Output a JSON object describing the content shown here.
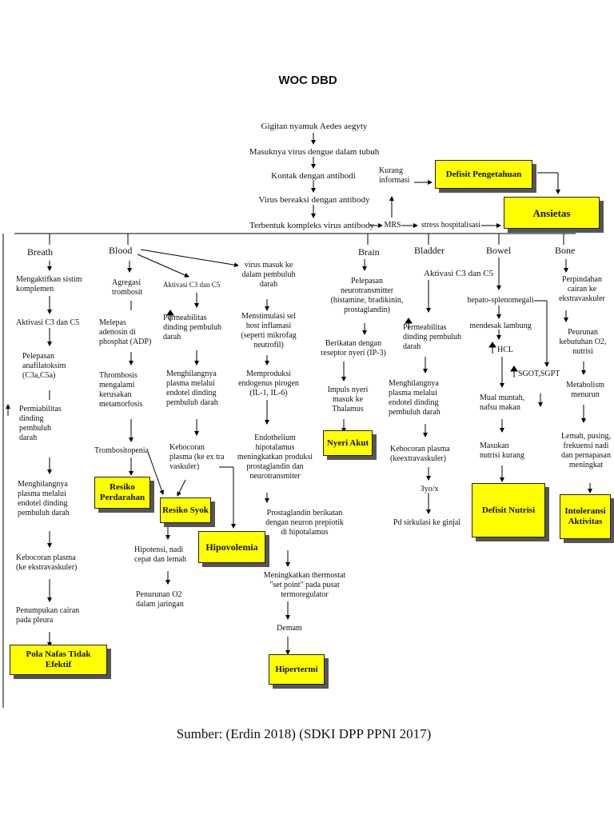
{
  "title": "WOC DBD",
  "source": "Sumber: (Erdin 2018) (SDKI DPP PPNI 2017)",
  "chain": {
    "c1": "Gigitan nyamuk Aedes aegyty",
    "c2": "Masuknya virus dengue dalam tubuh",
    "c3": "Kontak dengan antibodi",
    "c4": "Virus bereaksi dengan antibody",
    "c5": "Terbentuk kompleks virus antibody",
    "mrs": "MRS",
    "stress": "stress hospitalisasi",
    "kurang": "Kurang\ninformasi"
  },
  "columns": {
    "breath": "Breath",
    "blood": "Blood",
    "brain": "Brain",
    "bladder": "Bladder",
    "bowel": "Bowel",
    "bone": "Bone"
  },
  "breath": {
    "b1": "Mengaktifkan      sistim\nkomplemen",
    "b2": "Aktivasi C3 dan C5",
    "b3": "Pelepasan\nanafilatoksim\n(C3a,C5a)",
    "b4": "Permiabilitas\ndinding\npembuluh\ndarah",
    "b5": "Menghilangnya\nplasma      melalui\nendotel      dinding\npembuluh darah",
    "b6": "Kebocoran  plasma\n(ke ekstravaskuler)",
    "b7": "Penumpukan  cairan\npada pleura"
  },
  "blood1": {
    "a1": "Agregasi\ntrombosit",
    "a2": "Melepas\nadenosin          di\nphosphat (ADP)",
    "a3": "Thrombosis\nmengalami\nkerusakan\nmetamorfosis",
    "a4": "Trombositopenia"
  },
  "blood2": {
    "d1": "Aktivasi C3 dan C5",
    "d2": "Permeabilitas\ndinding pembuluh\ndarah",
    "d3": "Menghilangnya\nplasma      melalui\nendotel  dinding\npembuluh darah",
    "d4": "Kebocoran\nplasma (ke ex tra\nvaskuler)",
    "d5": "Hipotensi, nadi\ncepat dan lemah",
    "d6": "Penurunan O2\ndalam jaringan"
  },
  "blood3": {
    "v1": "virus masuk ke\ndalam pembuluh\ndarah",
    "v2": "Menstimulasi sel\nhost inflamasi\n(seperti mikrofag\nneutrofil)",
    "v3": "Memproduksi\nendogenus pirogen\n(IL-1, IL-6)",
    "v4": "Endothelium\nhipotalamus\nmeningkatkan produksi\nprostaglandin dan\nneurotransmiter",
    "v5": "Prostaglandin berikatan\ndengan neuron prepiotik\ndi hipotalamus",
    "v6": "Meningkatkan thermostat\n\"set point\" pada pusat\ntermoregulator",
    "v7": "Demam"
  },
  "brain": {
    "r1": "Pelepasan\nneurotransmitter\n(histamine, bradikinin,\nprostaglandin)",
    "r2": "Berikatan dengan\nreseptor nyeri (IP-3)",
    "r3": "Impuls nyeri\nmasuk ke\nThalamus"
  },
  "bladder": {
    "l1": "Aktivasi C3 dan C5",
    "l2": "Permeabilitas\ndinding pembuluh\ndarah",
    "l3": "Menghilangnya\nplasma      melalui\nendotel      dinding\npembuluh darah",
    "l4": "Kebocoran  plasma\n(keextravaskuler)",
    "l5": "3yo/x",
    "l6": "Pd sirkulasi ke ginjal"
  },
  "bowel": {
    "w1": "hepato-splenomegali",
    "w2": "mendesak lambung",
    "w3": "HCL",
    "w4": "SGOT,SGPT",
    "w5": "Mual    muntah,\nnafsu      makan",
    "w6": "Masukan\nnutrisi kurang"
  },
  "bone": {
    "o1": "Perpindahan\ncairan ke\nekstravaskuler",
    "o2": "Peurunan\nkebutuhan O2,\nnutrisi",
    "o3": "Metabolism\nmenurun",
    "o4": "Lemah, pusing,\nfrekuensi nadi\ndan pernapasan\nmeningkat"
  },
  "boxes": {
    "defisit_pengetahuan": "Defisit Pengetahuan",
    "ansietas": "Ansietas",
    "resiko_perdarahan": "Resiko\nPerdarahan",
    "resiko_syok": "Resiko Syok",
    "hipovolemia": "Hipovolemia",
    "pola_nafas": "Pola Nafas Tidak Efektif",
    "hipertermi": "Hipertermi",
    "nyeri_akut": "Nyeri Akut",
    "defisit_nutrisi": "Defisit Nutrisi",
    "intoleransi": "Intoleransi\nAktivitas"
  },
  "colors": {
    "box_fill": "#ffff00",
    "box_shadow": "#555555",
    "line": "#000000"
  }
}
